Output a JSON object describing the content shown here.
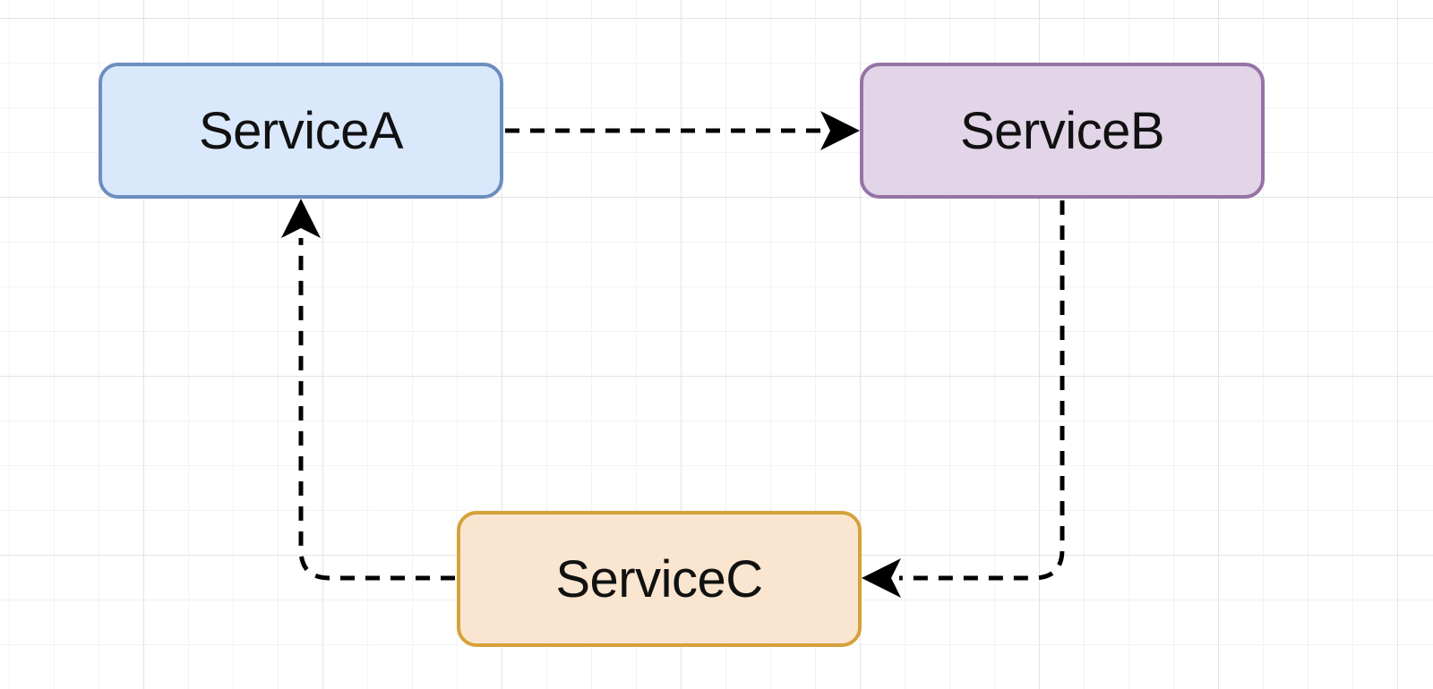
{
  "nodes": {
    "service_a": {
      "label": "ServiceA",
      "fill": "#dae8fc",
      "stroke": "#6c8ebf"
    },
    "service_b": {
      "label": "ServiceB",
      "fill": "#e1d5e7",
      "stroke": "#9673a6"
    },
    "service_c": {
      "label": "ServiceC",
      "fill": "#fae6d0",
      "stroke": "#d6a13c"
    }
  },
  "edges": [
    {
      "from": "ServiceA",
      "to": "ServiceB",
      "style": "dashed"
    },
    {
      "from": "ServiceB",
      "to": "ServiceC",
      "style": "dashed"
    },
    {
      "from": "ServiceC",
      "to": "ServiceA",
      "style": "dashed"
    }
  ],
  "edge_color": "#000000"
}
